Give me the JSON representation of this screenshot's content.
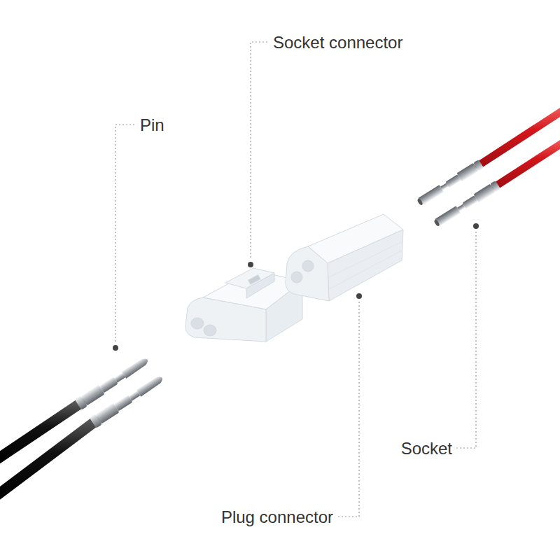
{
  "diagram": {
    "labels": [
      "Socket connector",
      "Pin",
      "Socket",
      "Plug connector"
    ]
  }
}
